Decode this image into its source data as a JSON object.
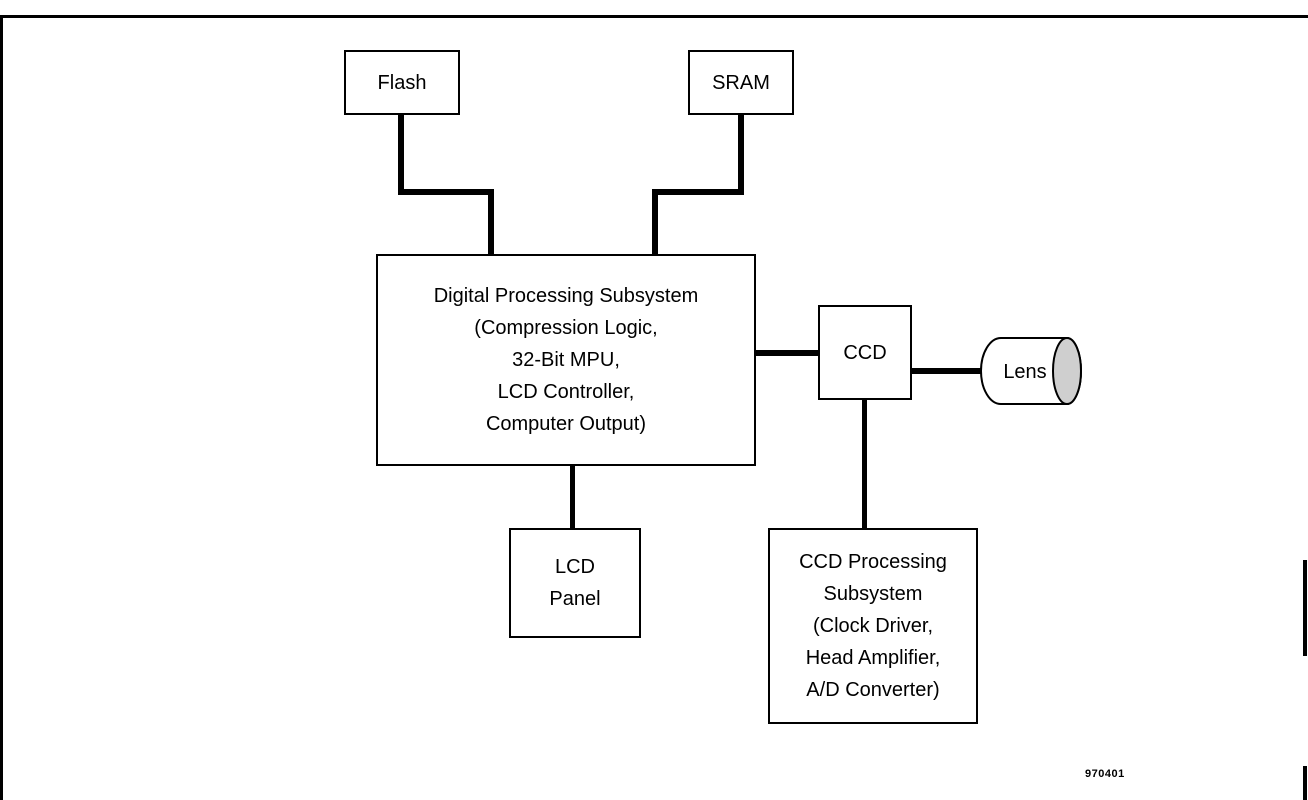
{
  "blocks": {
    "flash": "Flash",
    "sram": "SRAM",
    "dps": [
      "Digital Processing Subsystem",
      "(Compression Logic,",
      "32-Bit MPU,",
      "LCD Controller,",
      "Computer Output)"
    ],
    "ccd": "CCD",
    "lens": "Lens",
    "lcd_panel": [
      "LCD",
      "Panel"
    ],
    "ccd_proc": [
      "CCD Processing",
      "Subsystem",
      "(Clock Driver,",
      "Head Amplifier,",
      "A/D Converter)"
    ]
  },
  "figure_number": "970401"
}
